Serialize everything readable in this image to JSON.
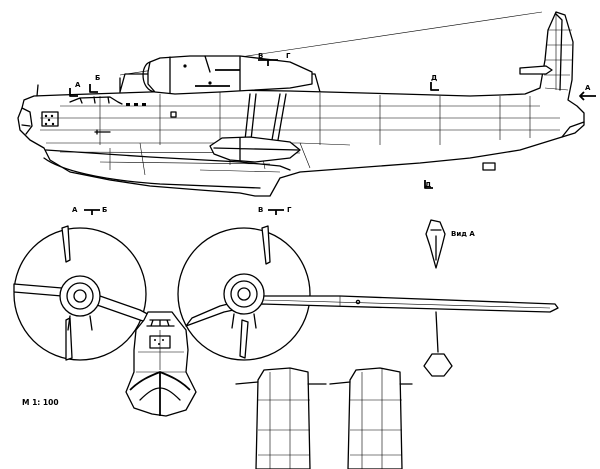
{
  "drawing": {
    "scale_label": "М 1: 100",
    "view_label": "Вид А",
    "section_labels": {
      "a_top": "А",
      "b_top": "Б",
      "v_top": "В",
      "g_top": "Г",
      "d_top": "Д",
      "a_nose": "А",
      "a_bottom": "А",
      "b_bottom": "Б",
      "v_bottom": "В",
      "g_bottom": "Г",
      "d_bottom": "Д"
    }
  }
}
